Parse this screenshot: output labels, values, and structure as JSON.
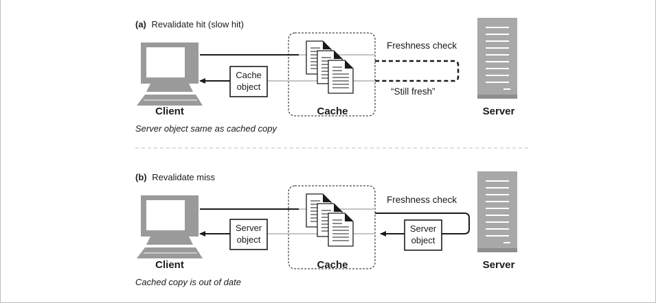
{
  "colors": {
    "ink": "#1a1a1a",
    "computer_gray": "#9a9a9a",
    "server_gray": "#a8a8a8",
    "light_line": "#c4c4c4",
    "divider": "#cccccc"
  },
  "panel_a": {
    "letter": "(a)",
    "title": "Revalidate hit (slow hit)",
    "client_label": "Client",
    "cache_label": "Cache",
    "server_label": "Server",
    "object_box": [
      "Cache",
      "object"
    ],
    "request_label": "Freshness check",
    "response_label": "“Still fresh”",
    "caption": "Server object same as cached copy"
  },
  "panel_b": {
    "letter": "(b)",
    "title": "Revalidate miss",
    "client_label": "Client",
    "cache_label": "Cache",
    "server_label": "Server",
    "client_side_box": [
      "Server",
      "object"
    ],
    "server_side_box": [
      "Server",
      "object"
    ],
    "request_label": "Freshness check",
    "caption": "Cached copy is out of date"
  }
}
